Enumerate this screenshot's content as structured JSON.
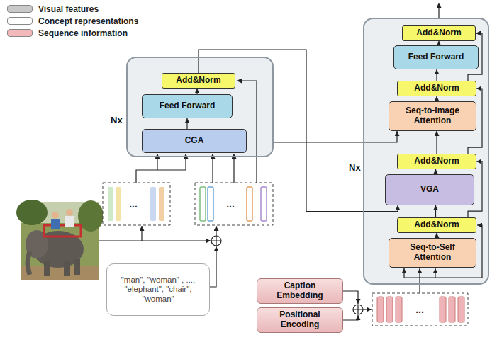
{
  "diagram": {
    "nodes": [
      {
        "text": [
          "Nx"
        ]
      },
      {
        "text": [
          "Add&Norm"
        ],
        "in": 0
      },
      {
        "text": [
          "Feed Forward"
        ],
        "in": 0
      },
      {
        "text": [
          "CGA"
        ],
        "in": 0
      },
      {
        "text": [
          "Nx"
        ]
      },
      {
        "text": [
          "Add&Norm"
        ],
        "in": 4
      },
      {
        "text": [
          "Feed Forward"
        ],
        "in": 4
      },
      {
        "text": [
          "Add&Norm"
        ],
        "in": 4
      },
      {
        "text": [
          "Seq-to-Image Attention"
        ],
        "in": 4
      },
      {
        "text": [
          "Add&Norm"
        ],
        "in": 4
      },
      {
        "text": [
          "VGA"
        ],
        "in": 4
      },
      {
        "text": [
          "Add&Norm"
        ],
        "in": 4
      },
      {
        "text": [
          "Seq-to-Self Attention"
        ],
        "in": 4
      },
      {
        "text": [
          "\"man\", \"woman\" , ..., \"elephant\", \"chair\", \"woman\""
        ]
      },
      {
        "text": [
          "Caption Embedding"
        ]
      },
      {
        "text": [
          "Positional Encoding"
        ]
      }
    ],
    "edges": [
      {
        "from": 3,
        "to": 2,
        "arrow": "to"
      },
      {
        "from": 2,
        "to": 1,
        "arrow": "to"
      },
      {
        "from": 12,
        "to": 11,
        "arrow": "to"
      },
      {
        "from": 11,
        "to": 10,
        "arrow": "to"
      },
      {
        "from": 10,
        "to": 9,
        "arrow": "to"
      },
      {
        "from": 9,
        "to": 8,
        "arrow": "to"
      },
      {
        "from": 8,
        "to": 7,
        "arrow": "to"
      },
      {
        "from": 7,
        "to": 6,
        "arrow": "to"
      },
      {
        "from": 6,
        "to": 5,
        "arrow": "to"
      },
      {
        "from": 11,
        "to": 9,
        "arrow": "to"
      },
      {
        "from": 9,
        "to": 7,
        "arrow": "to"
      },
      {
        "from": 7,
        "to": 5,
        "arrow": "to"
      },
      {
        "from": 1,
        "to": 10,
        "arrow": "to"
      },
      {
        "from": 0,
        "to": 8,
        "arrow": "to"
      }
    ],
    "labels": [
      "...",
      "...",
      "..."
    ],
    "legend": [
      {
        "text": "Visual features",
        "color": "#c9c9c9"
      },
      {
        "text": "Concept representations",
        "color": "#ffffff"
      },
      {
        "text": "Sequence information",
        "color": "#f2b8ba"
      }
    ]
  }
}
